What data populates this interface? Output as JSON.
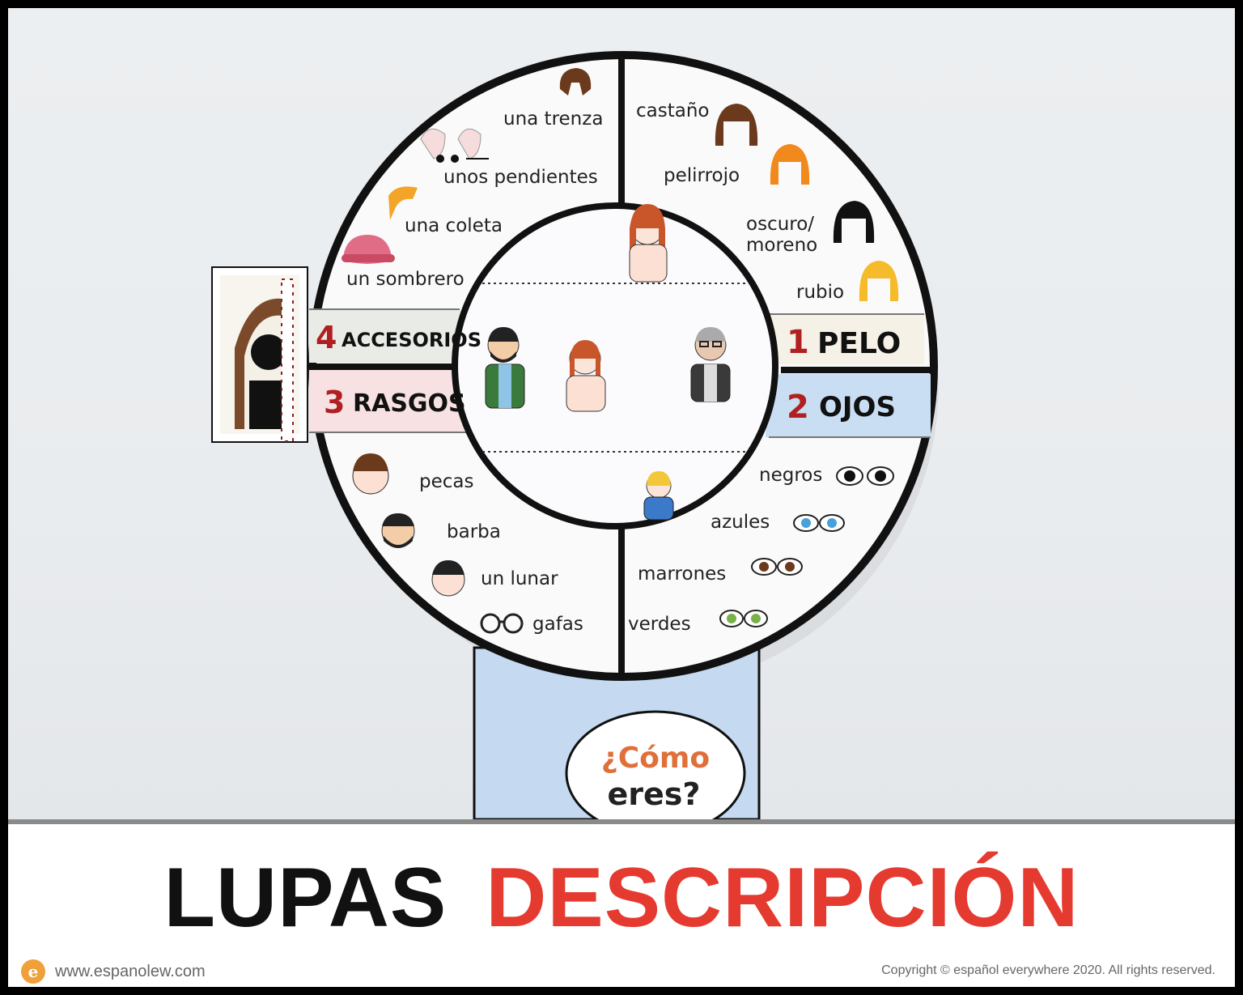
{
  "magnifier": {
    "sections": {
      "pelo": {
        "number": "1",
        "title": "PELO",
        "items": [
          "castaño",
          "pelirrojo",
          "oscuro/",
          "moreno",
          "rubio"
        ]
      },
      "ojos": {
        "number": "2",
        "title": "OJOS",
        "items": [
          "negros",
          "azules",
          "marrones",
          "verdes"
        ]
      },
      "rasgos": {
        "number": "3",
        "title": "RASGOS",
        "items": [
          "pecas",
          "barba",
          "un lunar",
          "gafas"
        ]
      },
      "accesorios": {
        "number": "4",
        "title": "ACCESORIOS",
        "items": [
          "una trenza",
          "unos pendientes",
          "una coleta",
          "un sombrero"
        ]
      }
    },
    "handle": {
      "line1": "¿Cómo",
      "line2": "eres?"
    }
  },
  "banner": {
    "word1": "LUPAS",
    "word2": "DESCRIPCIÓN"
  },
  "footer": {
    "logo_letter": "e",
    "url": "www.espanolew.com",
    "copyright": "Copyright © español everywhere 2020. All rights reserved."
  },
  "colors": {
    "accent_red": "#e53a2f",
    "pelo_band": "#f6f1e6",
    "ojos_band": "#c9def3",
    "rasgos_band": "#f7e1e3",
    "accesorios_band": "#e9ece6",
    "handle_blue": "#c5d9f1"
  }
}
